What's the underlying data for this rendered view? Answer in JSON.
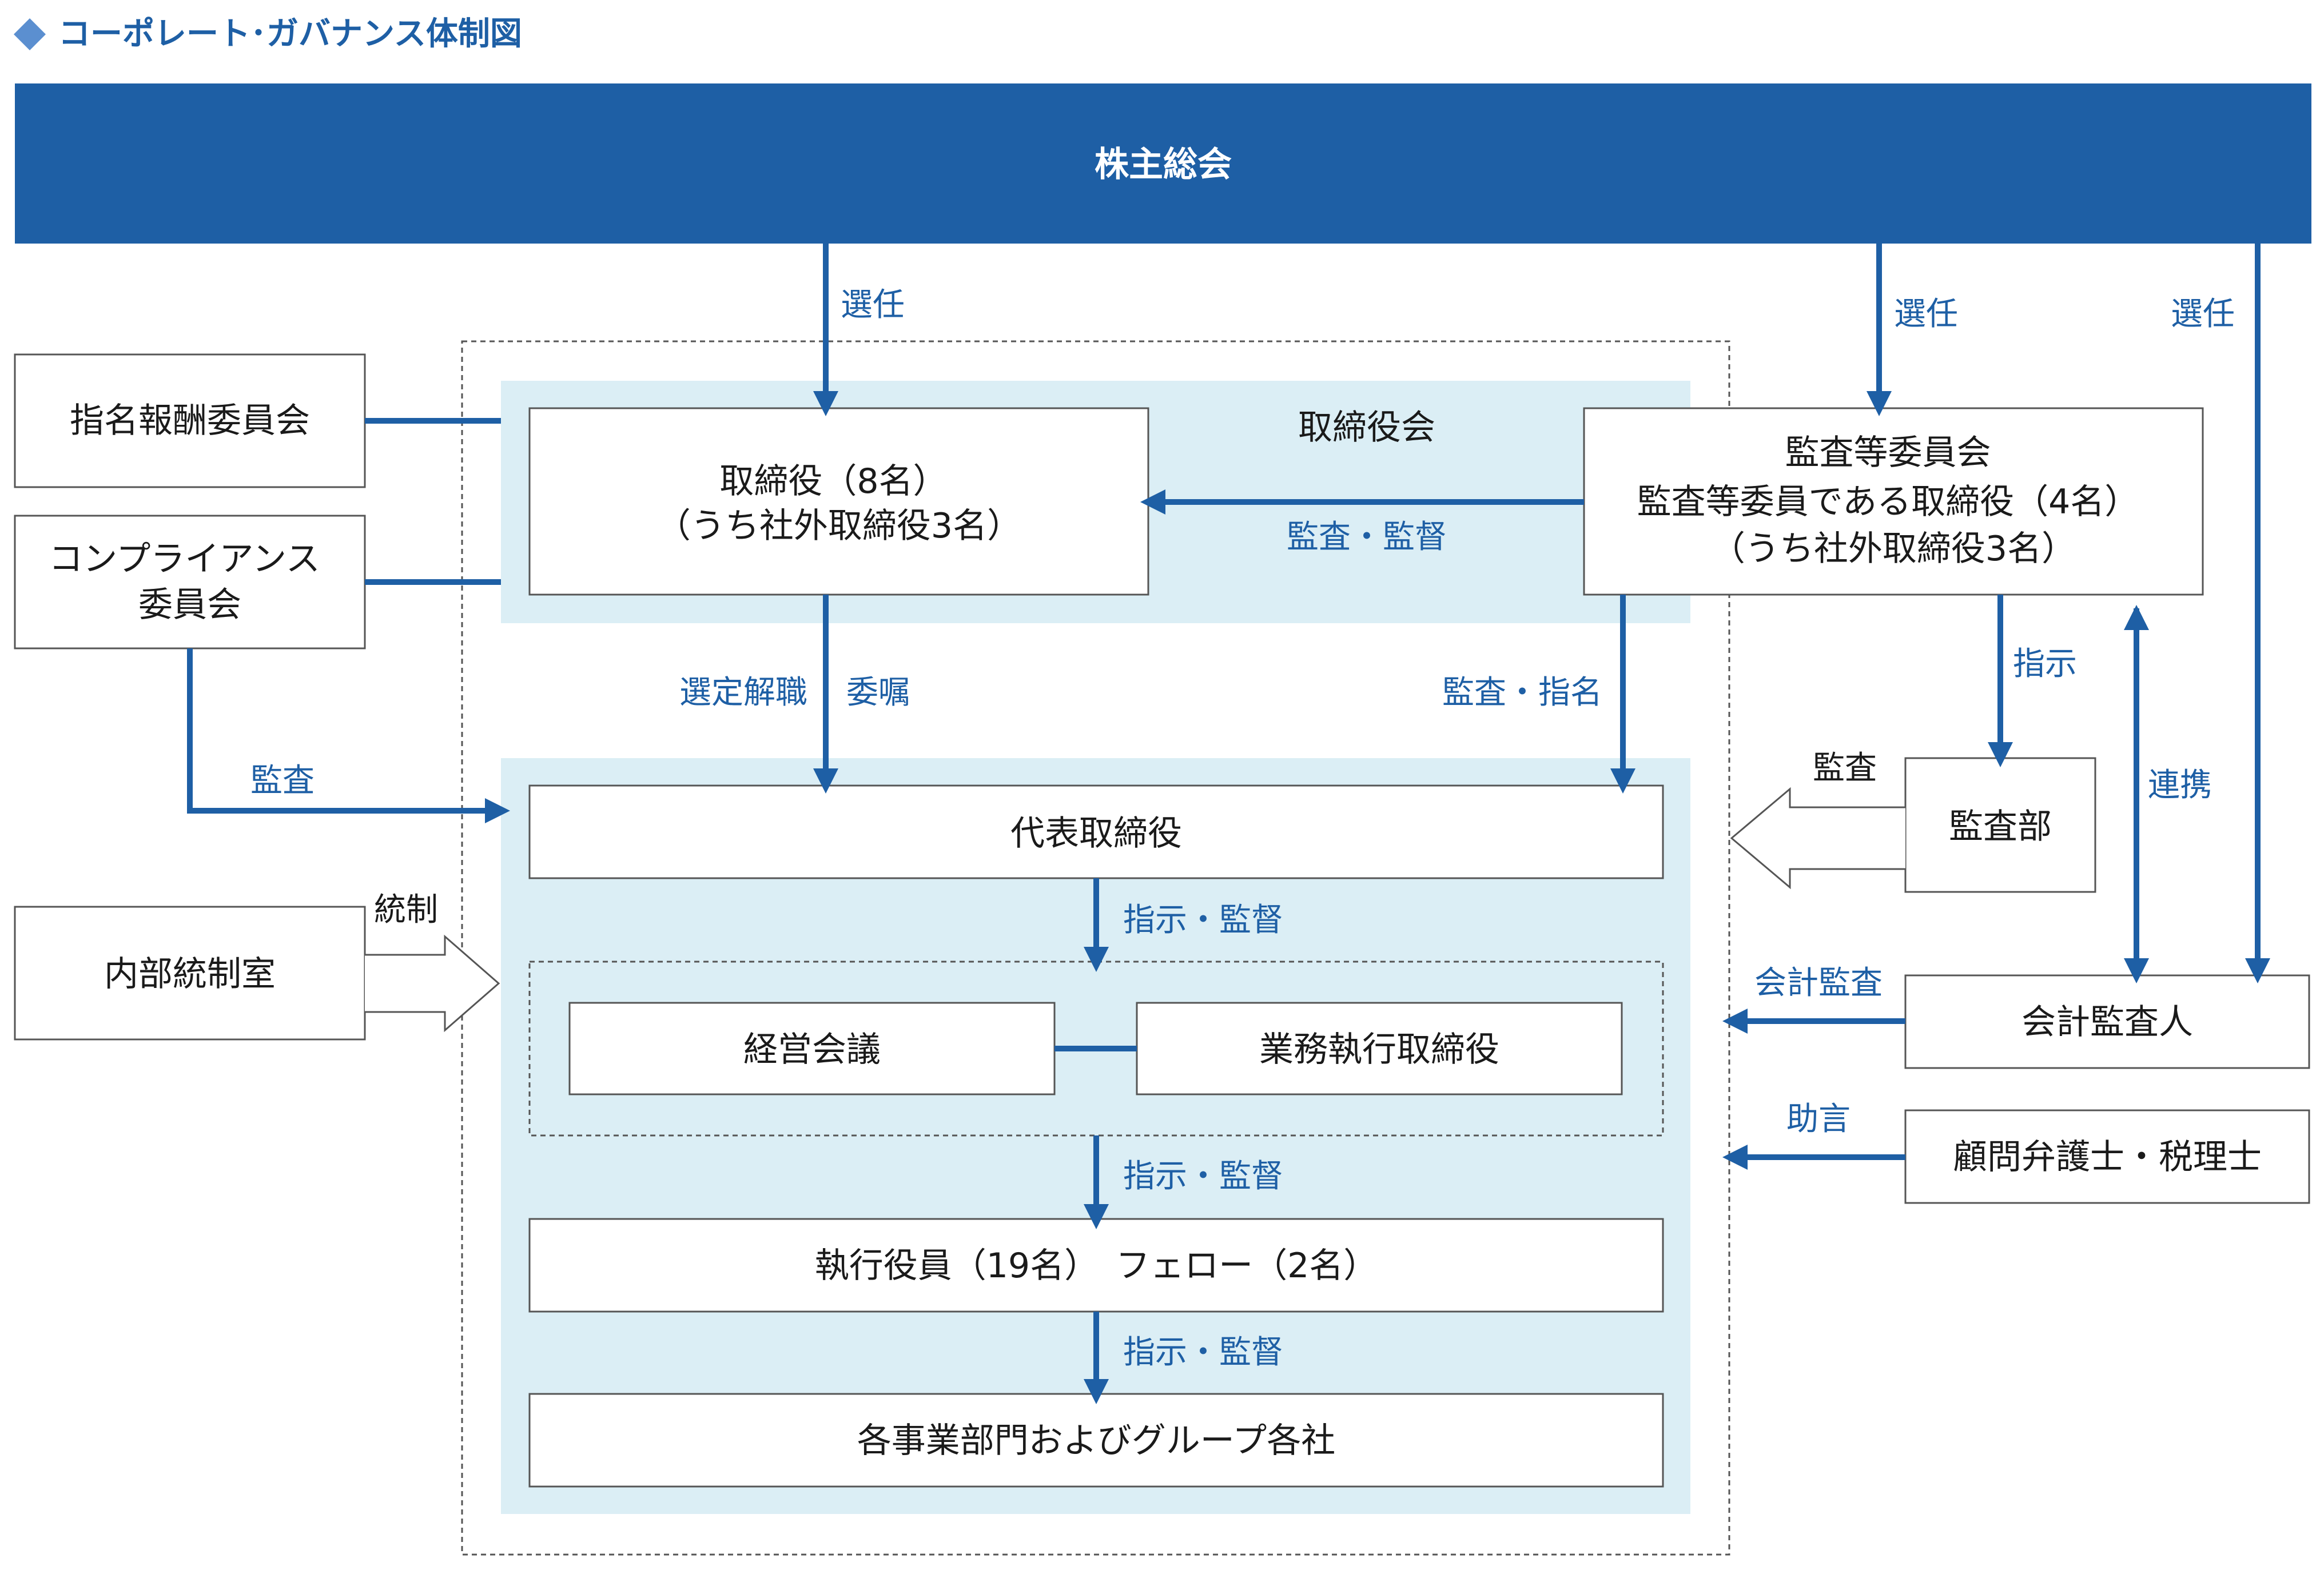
{
  "title": "コーポレート･ガバナンス体制図",
  "colors": {
    "accent": "#1e5fa5",
    "panel": "#dbeef5",
    "title_diamond": "#5b8fd0"
  },
  "boxes": {
    "shareholders": "株主総会",
    "nomination": "指名報酬委員会",
    "compliance": [
      "コンプライアンス",
      "委員会"
    ],
    "internal_control": "内部統制室",
    "board_name": "取締役会",
    "directors": [
      "取締役（8名）",
      "（うち社外取締役3名）"
    ],
    "audit_committee": [
      "監査等委員会",
      "監査等委員である取締役（4名）",
      "（うち社外取締役3名）"
    ],
    "representative": "代表取締役",
    "management_meeting": "経営会議",
    "executive_directors": "業務執行取締役",
    "officers": "執行役員（19名）　フェロー（2名）",
    "departments": "各事業部門およびグループ各社",
    "audit_dept": "監査部",
    "accounting_auditor": "会計監査人",
    "advisors": "顧問弁護士・税理士"
  },
  "labels": {
    "elect_board": "選任",
    "elect_audit": "選任",
    "elect_accounting": "選任",
    "audit_supervise": "監査・監督",
    "select_dismiss": "選定解職",
    "entrust": "委嘱",
    "audit_nominate": "監査・指名",
    "instruct_dept": "指示",
    "cooperate": "連携",
    "compliance_audit": "監査",
    "internal_control_label": "統制",
    "audit_dept_label": "監査",
    "instruct_1": "指示・監督",
    "instruct_2": "指示・監督",
    "instruct_3": "指示・監督",
    "accounting_audit": "会計監査",
    "advice": "助言"
  }
}
